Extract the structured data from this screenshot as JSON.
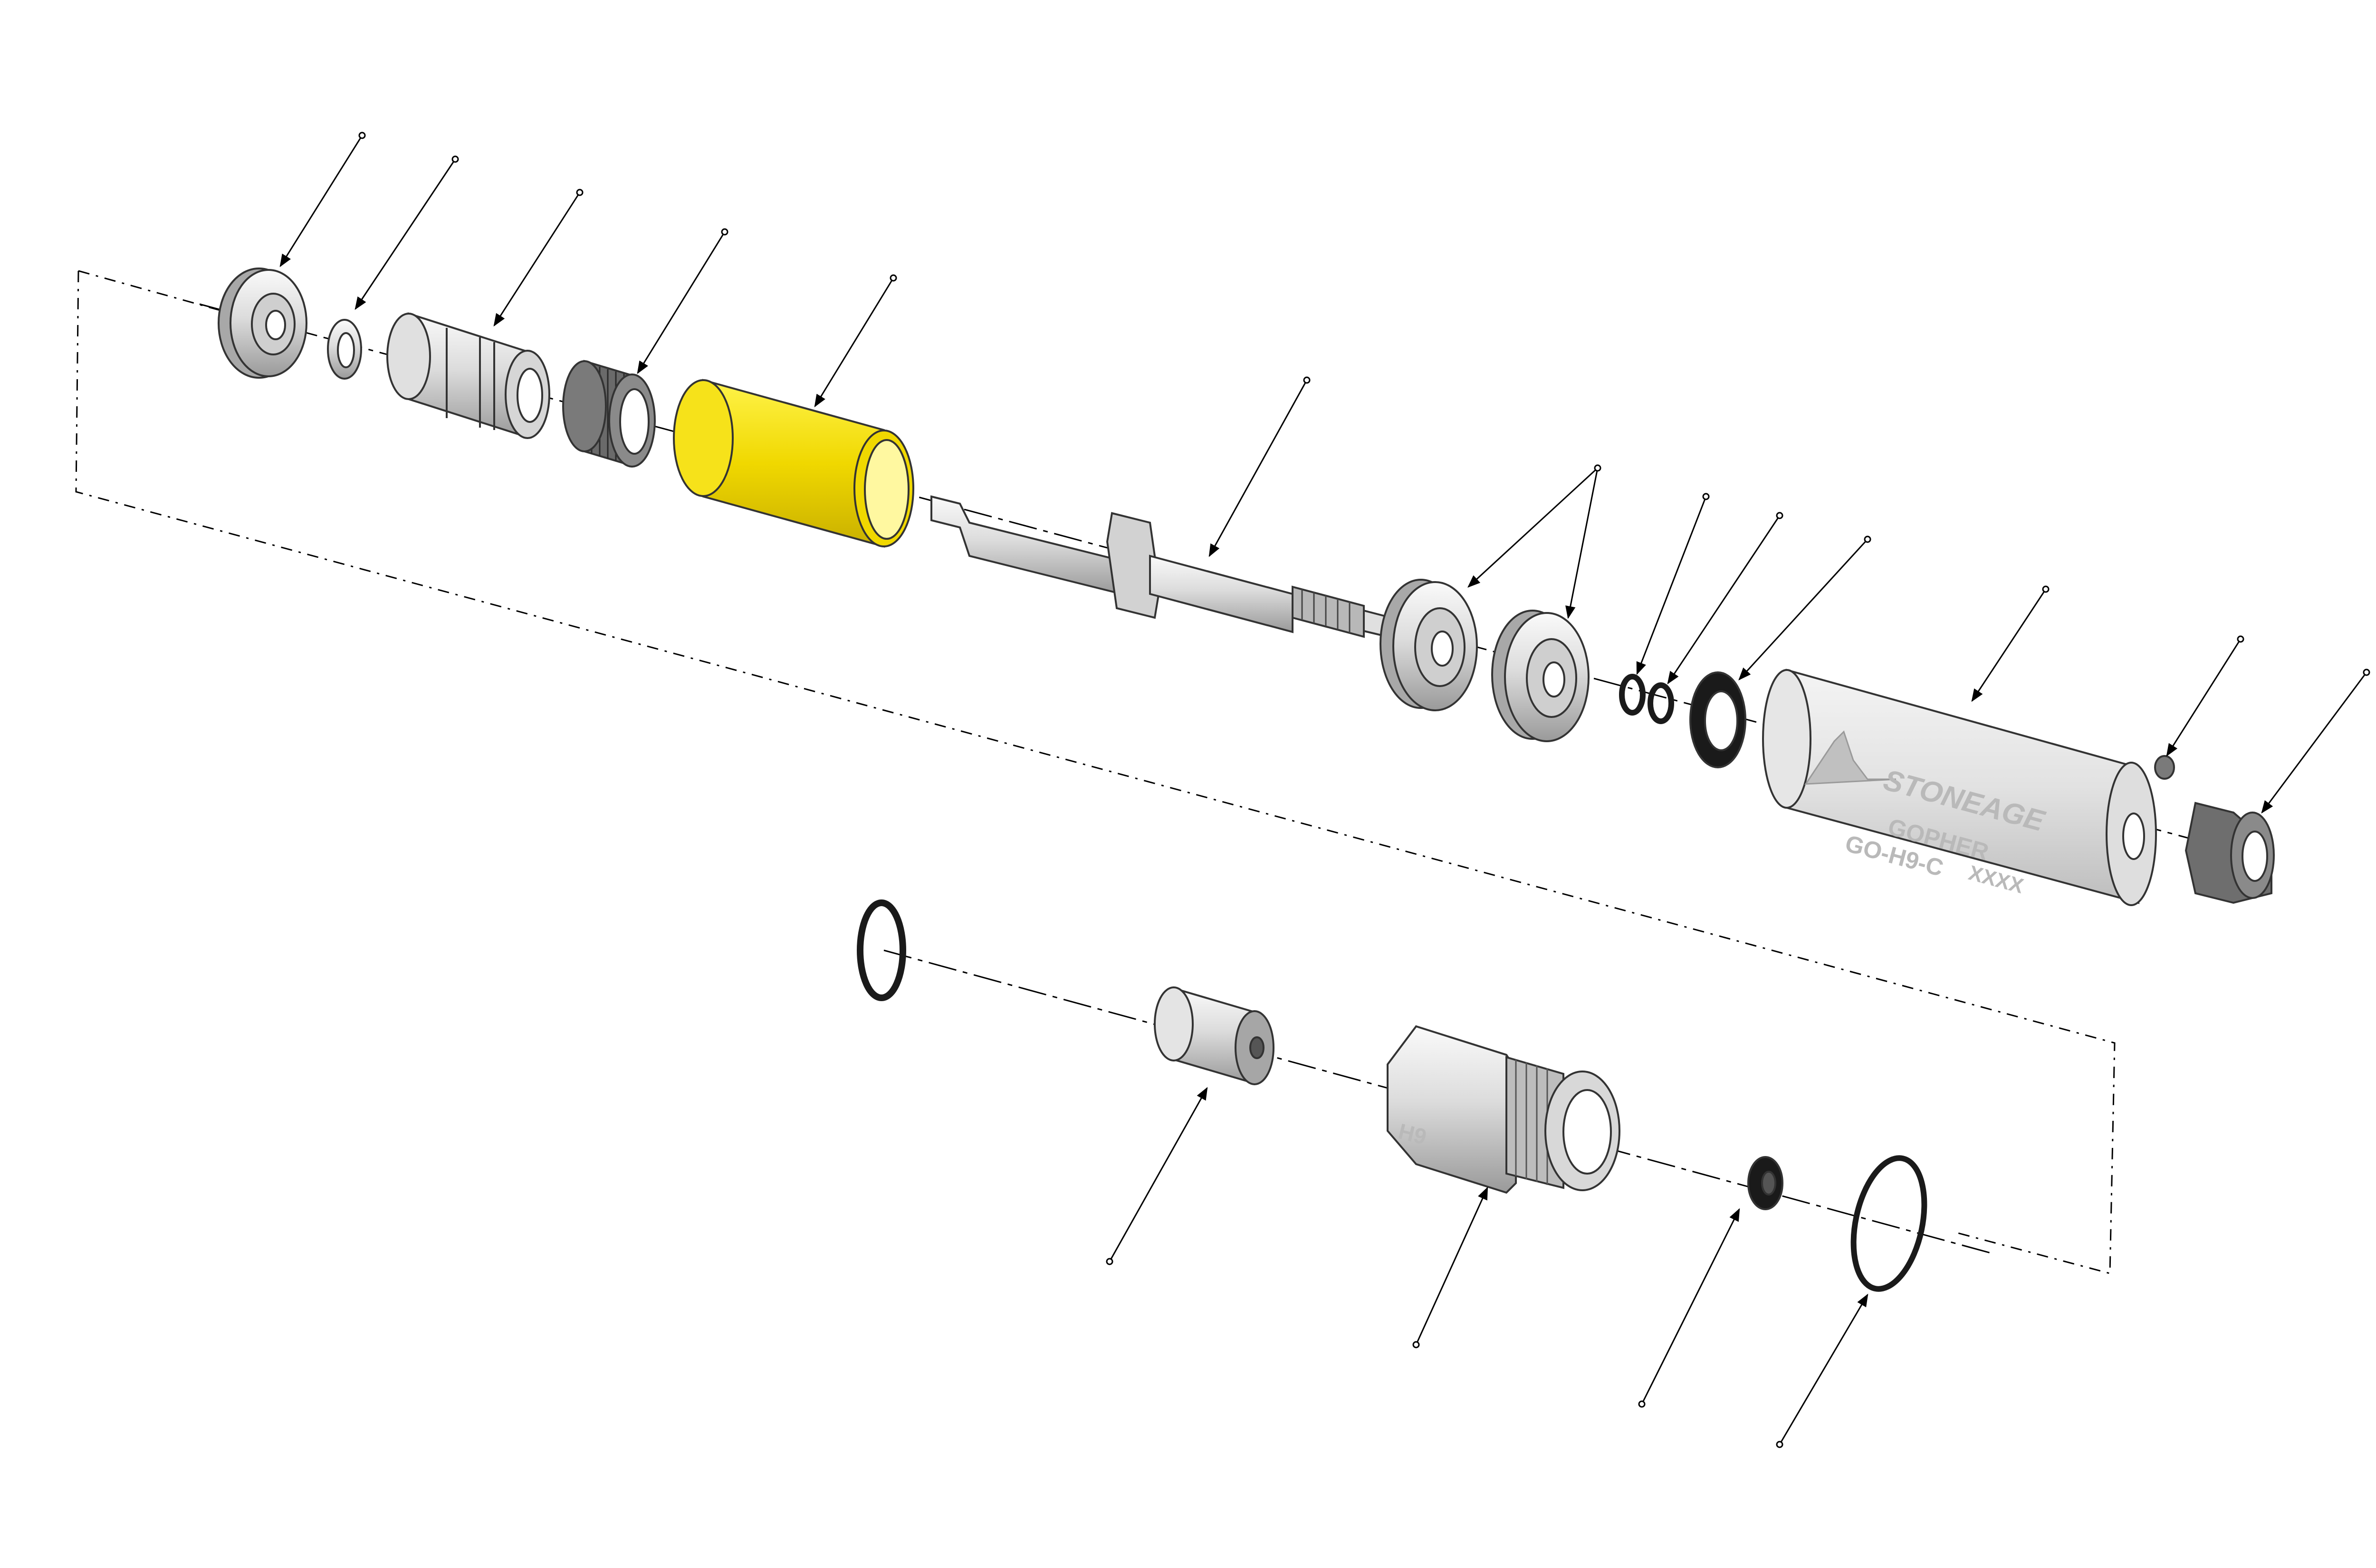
{
  "colors": {
    "highlight": "#f0d800",
    "metal_light": "#e8e8e8",
    "metal_mid": "#c8c8c8",
    "metal_dark": "#8a8a8a",
    "rubber": "#1a1a1a",
    "seal_dark": "#333333",
    "line": "#000000"
  },
  "body_markings": {
    "brand": "STONEAGE",
    "model": "GOPHER",
    "part_code": "GO-H9-C",
    "serial": "XXXX"
  },
  "fitting_marking": "H9",
  "parts": [
    {
      "name": "bearing-left",
      "icon": "ball-bearing-icon"
    },
    {
      "name": "spacer-ring",
      "icon": "washer-icon"
    },
    {
      "name": "bearing-housing",
      "icon": "grooved-sleeve-icon"
    },
    {
      "name": "threaded-nut",
      "icon": "threaded-ring-icon"
    },
    {
      "name": "highlighted-sleeve",
      "icon": "sleeve-icon",
      "highlighted": true
    },
    {
      "name": "shaft",
      "icon": "shaft-icon"
    },
    {
      "name": "ball-bearing-pair",
      "icon": "ball-bearing-icon"
    },
    {
      "name": "small-o-ring-pair",
      "icon": "o-ring-icon"
    },
    {
      "name": "lip-seal",
      "icon": "seal-icon"
    },
    {
      "name": "gopher-body",
      "icon": "body-housing-icon"
    },
    {
      "name": "set-screw",
      "icon": "screw-icon"
    },
    {
      "name": "shaft-collar",
      "icon": "collar-icon"
    },
    {
      "name": "large-o-ring",
      "icon": "o-ring-icon"
    },
    {
      "name": "plug",
      "icon": "plug-icon"
    },
    {
      "name": "inlet-fitting",
      "icon": "hex-fitting-icon"
    },
    {
      "name": "small-seal",
      "icon": "seal-icon"
    },
    {
      "name": "large-o-ring-right",
      "icon": "o-ring-icon"
    }
  ]
}
